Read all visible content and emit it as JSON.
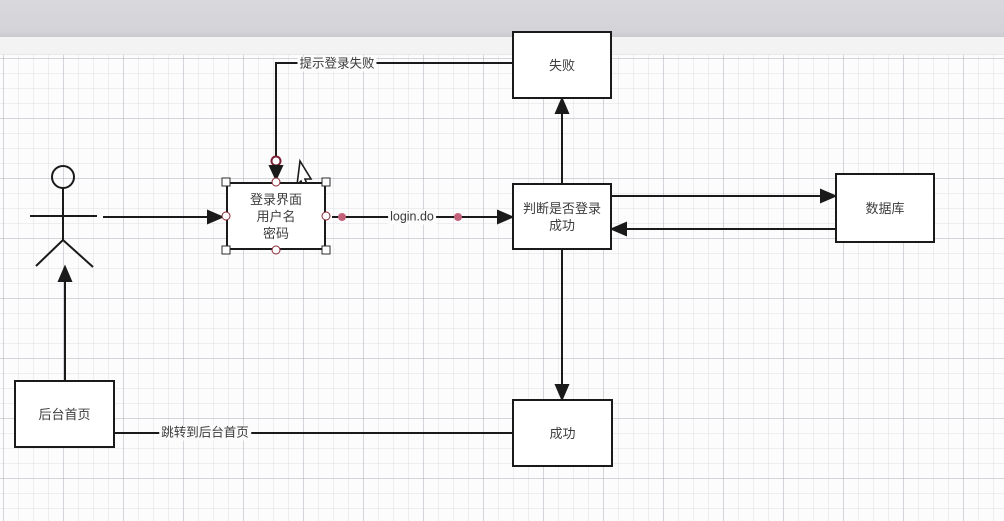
{
  "app": {
    "kind": "flowchart-editor",
    "topbar_color": "#d5d5d9",
    "canvas_color": "#fcfcfd"
  },
  "colors": {
    "line": "#1a1a1a",
    "node_border": "#1a1a1a",
    "node_fill": "#ffffff",
    "text": "#3d3d3d",
    "selection_square": "#2b2b2b",
    "selection_circle": "#8b2433",
    "waypoint_dot": "#c4617b",
    "grid_minor": "#ededf1",
    "grid_major": "#d9d9de"
  },
  "nodes": {
    "login": {
      "lines": [
        "登录界面",
        "用户名",
        "密码"
      ],
      "selected": true
    },
    "failure": {
      "label": "失败"
    },
    "judge": {
      "lines": [
        "判断是否登录",
        "成功"
      ]
    },
    "database": {
      "label": "数据库"
    },
    "success": {
      "label": "成功"
    },
    "backend_home": {
      "label": "后台首页"
    }
  },
  "edge_labels": {
    "login_failure_hint": "提示登录失败",
    "login_do": "login.do",
    "jump_backend_home": "跳转到后台首页"
  }
}
